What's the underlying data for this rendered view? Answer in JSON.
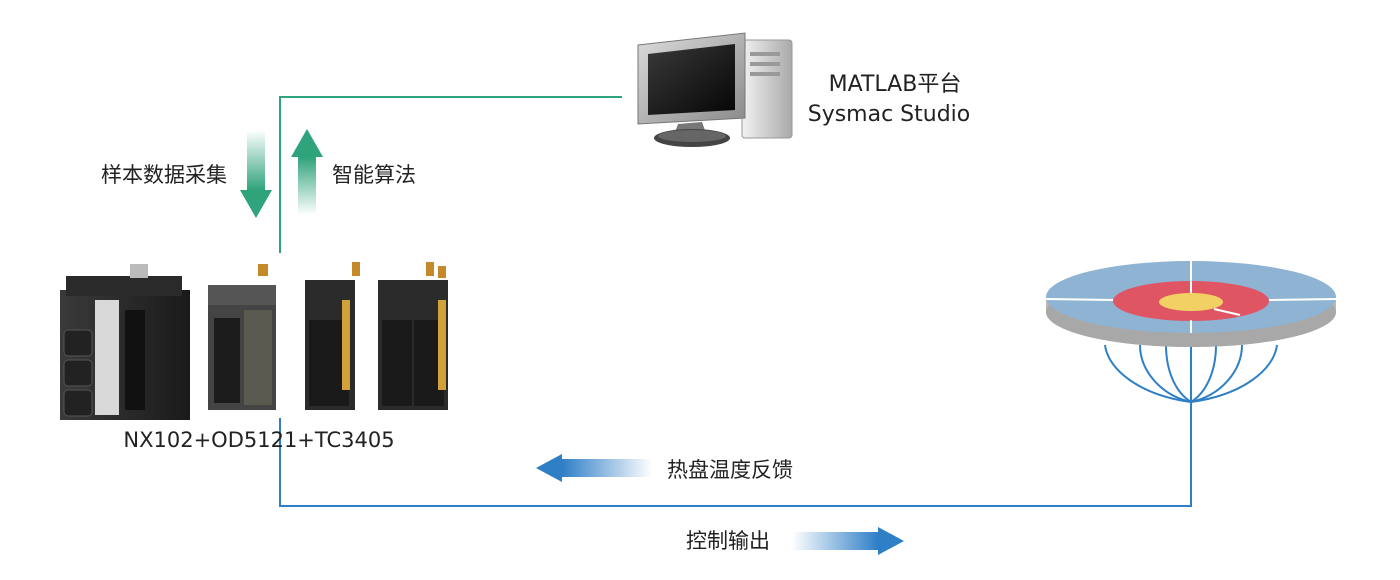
{
  "computer": {
    "label_line1": "MATLAB平台",
    "label_line2": "Sysmac Studio"
  },
  "arrows": {
    "sample_collection": "样本数据采集",
    "smart_algorithm": "智能算法",
    "temperature_feedback": "热盘温度反馈",
    "control_output": "控制输出"
  },
  "controller": {
    "model_label": "NX102+OD5121+TC3405"
  },
  "colors": {
    "green_line": "#2fa37a",
    "blue_line": "#2f7fc7",
    "plate_outer": "#8fb3d3",
    "plate_ring": "#e05563",
    "plate_center": "#f2d063"
  }
}
